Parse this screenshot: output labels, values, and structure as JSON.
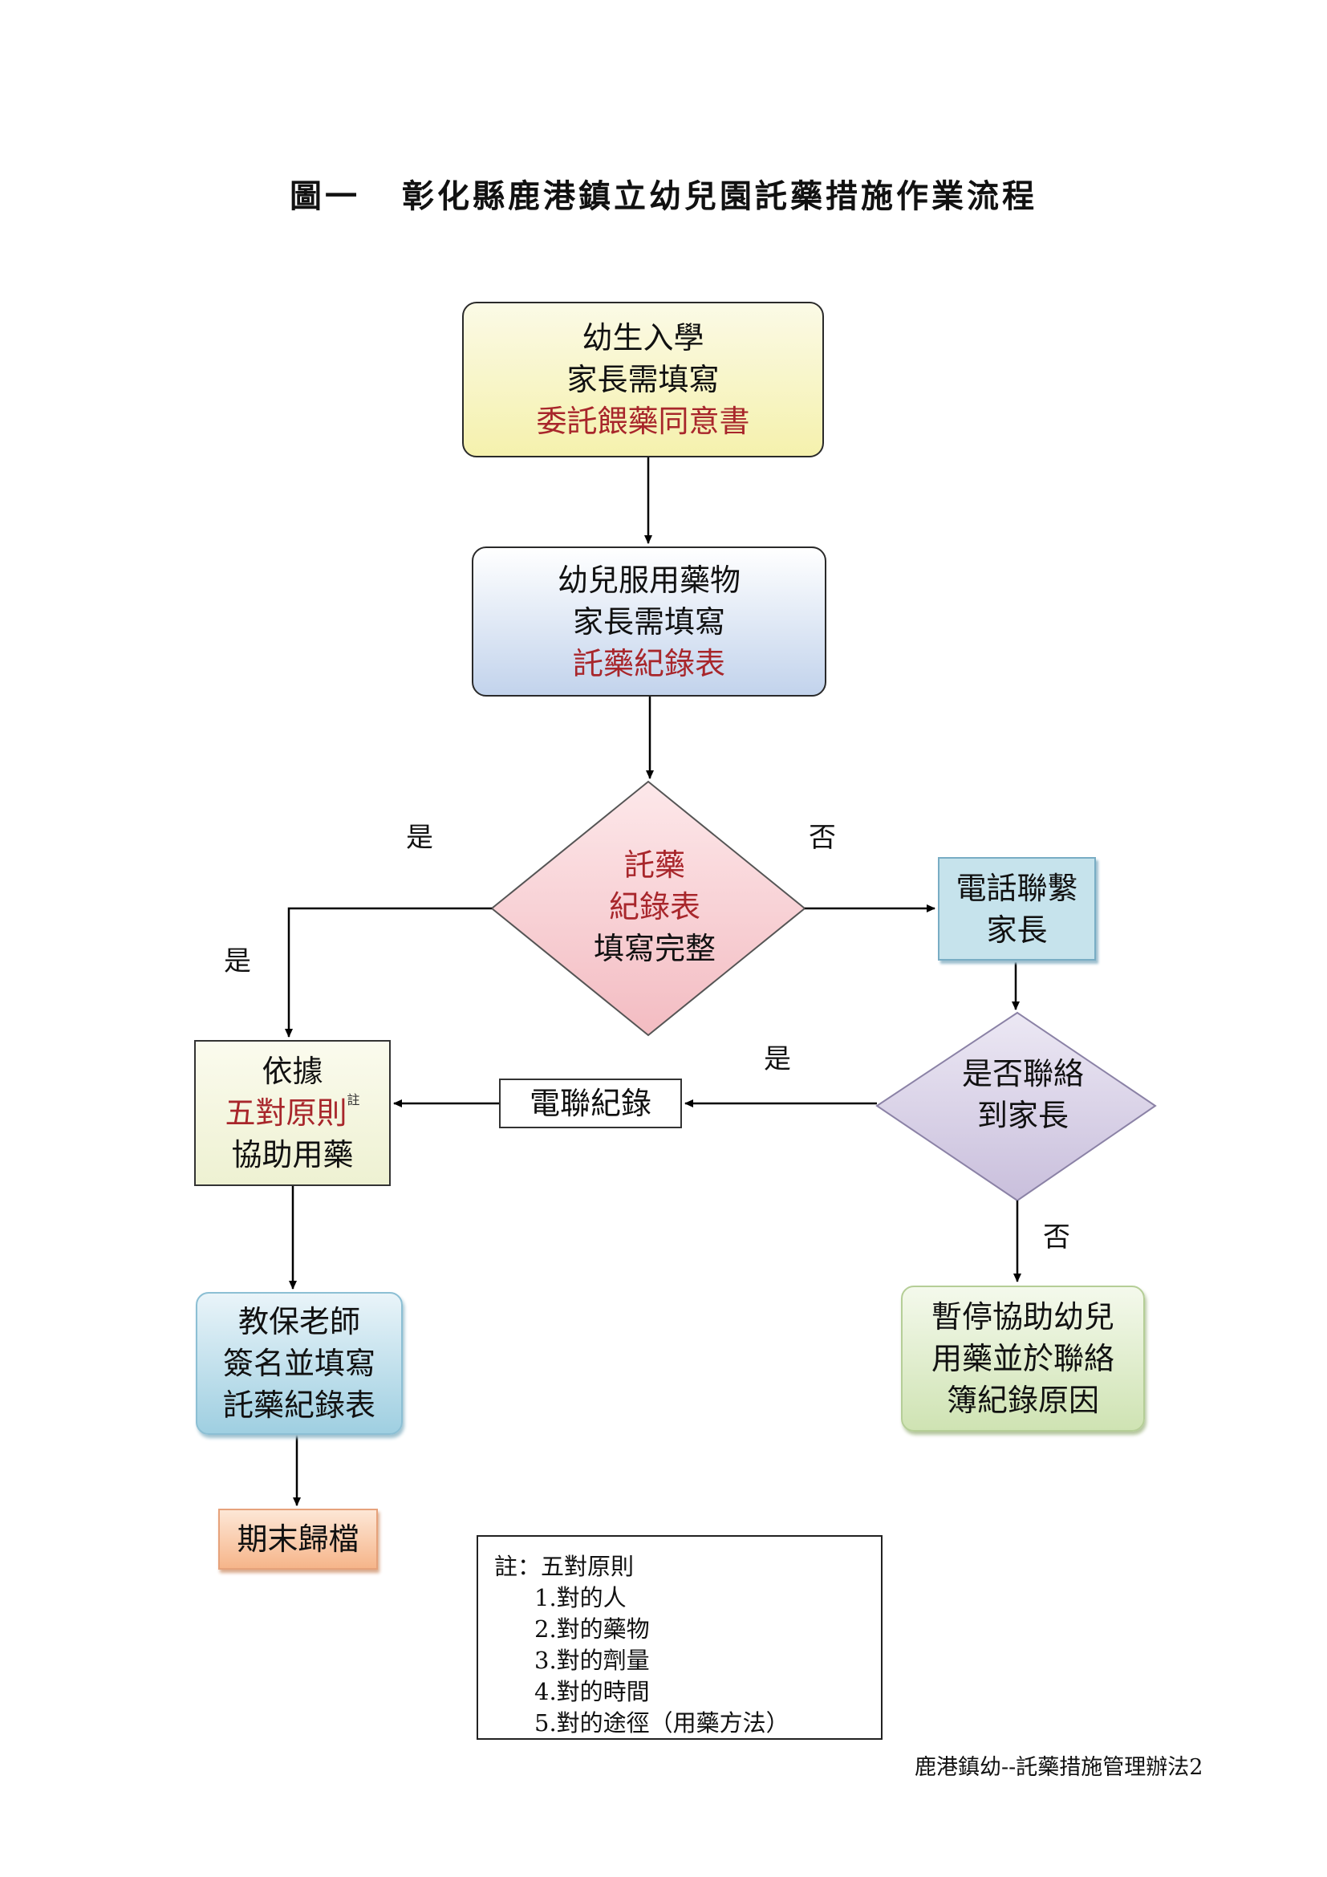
{
  "title": {
    "figure_no": "圖一",
    "text": "彰化縣鹿港鎮立幼兒園託藥措施作業流程"
  },
  "nodes": {
    "enroll": {
      "lines": [
        "幼生入學",
        "家長需填寫"
      ],
      "highlight": "委託餵藥同意書"
    },
    "medicate": {
      "lines": [
        "幼兒服用藥物",
        "家長需填寫"
      ],
      "highlight": "託藥紀錄表"
    },
    "check_form": {
      "highlight": [
        "託藥",
        "紀錄表"
      ],
      "line": "填寫完整"
    },
    "phone_parent": {
      "lines": [
        "電話聯繫",
        "家長"
      ]
    },
    "contact_parent": {
      "lines": [
        "是否聯絡",
        "到家長"
      ]
    },
    "call_log": {
      "text": "電聯紀錄"
    },
    "assist": {
      "line1": "依據",
      "highlight": "五對原則",
      "note_mark": "註",
      "line3": "協助用藥"
    },
    "teacher_sign": {
      "lines": [
        "教保老師",
        "簽名並填寫",
        "託藥紀錄表"
      ]
    },
    "archive": {
      "text": "期末歸檔"
    },
    "suspend": {
      "lines": [
        "暫停協助幼兒",
        "用藥並於聯絡",
        "簿紀錄原因"
      ]
    }
  },
  "edge_labels": {
    "yes_top": "是",
    "no_top": "否",
    "yes_left": "是",
    "yes_middle": "是",
    "no_bottom": "否"
  },
  "note": {
    "heading": "註：五對原則",
    "items": [
      "1.對的人",
      "2.對的藥物",
      "3.對的劑量",
      "4.對的時間",
      "5.對的途徑（用藥方法）"
    ]
  },
  "footer": {
    "text": "鹿港鎮幼--託藥措施管理辦法",
    "page": "2"
  },
  "colors": {
    "highlight_text": "#a8262b",
    "diamond_pink": "#f8d1d5",
    "diamond_purple": "#d8d1e6",
    "connector": "#000000"
  }
}
